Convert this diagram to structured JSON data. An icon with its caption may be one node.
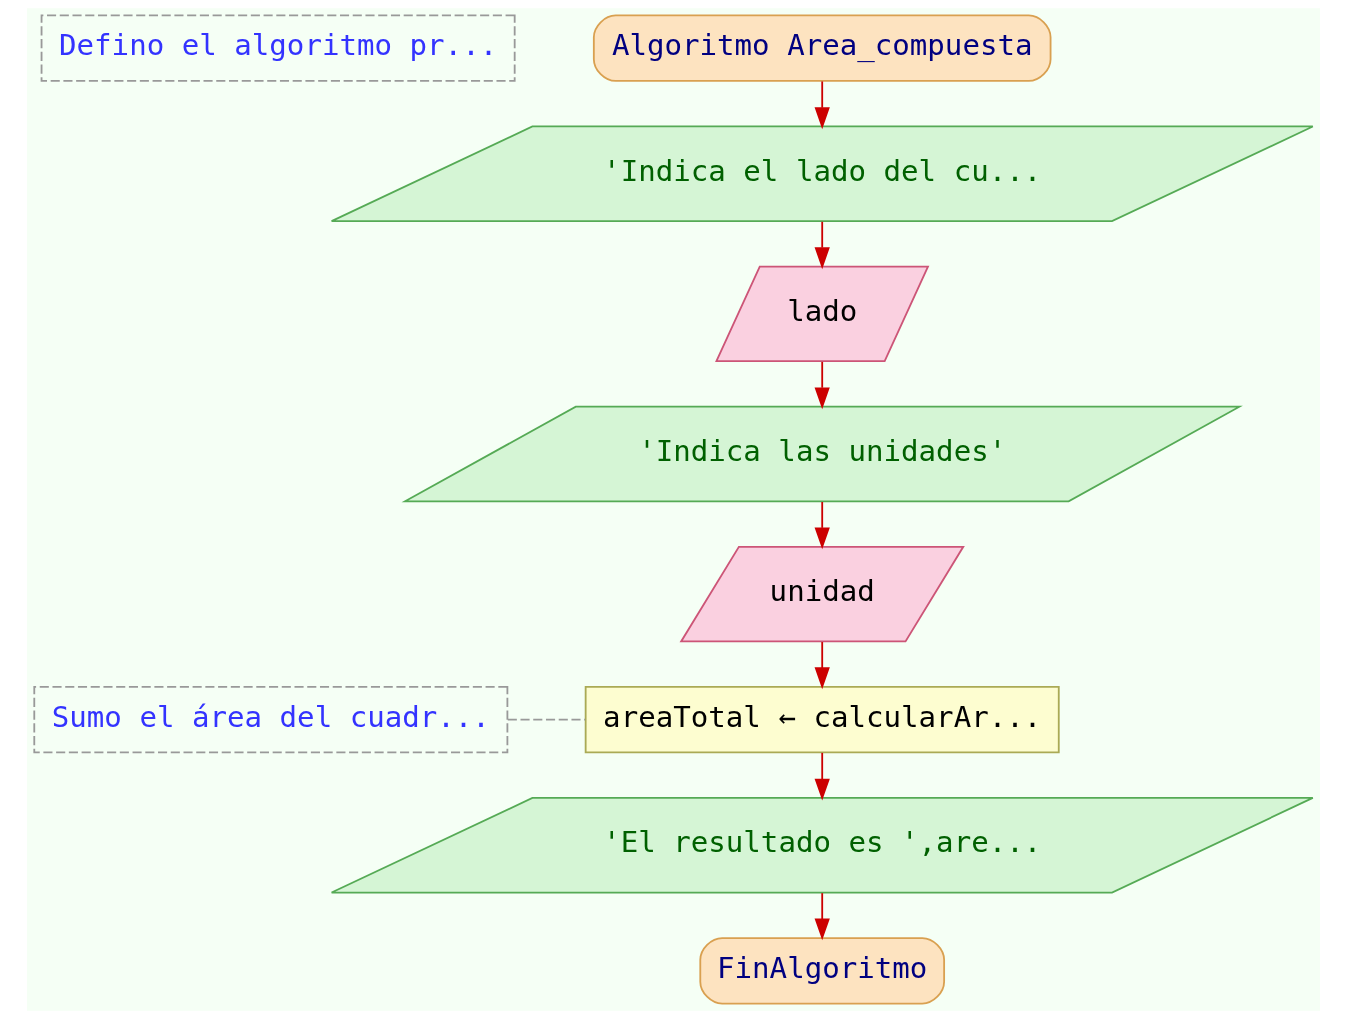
{
  "diagram": {
    "nodes": [
      {
        "text": [
          "Defino el algoritmo pr..."
        ]
      },
      {
        "text": [
          "Algoritmo Area_compuesta"
        ]
      },
      {
        "text": [
          "'Indica el lado del cu..."
        ]
      },
      {
        "text": [
          "lado"
        ]
      },
      {
        "text": [
          "'Indica las unidades'"
        ]
      },
      {
        "text": [
          "unidad"
        ]
      },
      {
        "text": [
          "Sumo el área del cuadr..."
        ]
      },
      {
        "text": [
          "areaTotal ← calcularAr..."
        ]
      },
      {
        "text": [
          "'El resultado es ',are..."
        ]
      },
      {
        "text": [
          "FinAlgoritmo"
        ]
      }
    ],
    "edges": [
      {
        "from": 1,
        "to": 2,
        "arrow": "to"
      },
      {
        "from": 2,
        "to": 3,
        "arrow": "to"
      },
      {
        "from": 3,
        "to": 4,
        "arrow": "to"
      },
      {
        "from": 4,
        "to": 5,
        "arrow": "to"
      },
      {
        "from": 5,
        "to": 7,
        "arrow": "to"
      },
      {
        "from": 6,
        "to": 7,
        "arrow": "none",
        "style": "dashed",
        "color": "#999999"
      },
      {
        "from": 7,
        "to": 8,
        "arrow": "to"
      },
      {
        "from": 8,
        "to": 9,
        "arrow": "to"
      }
    ]
  }
}
